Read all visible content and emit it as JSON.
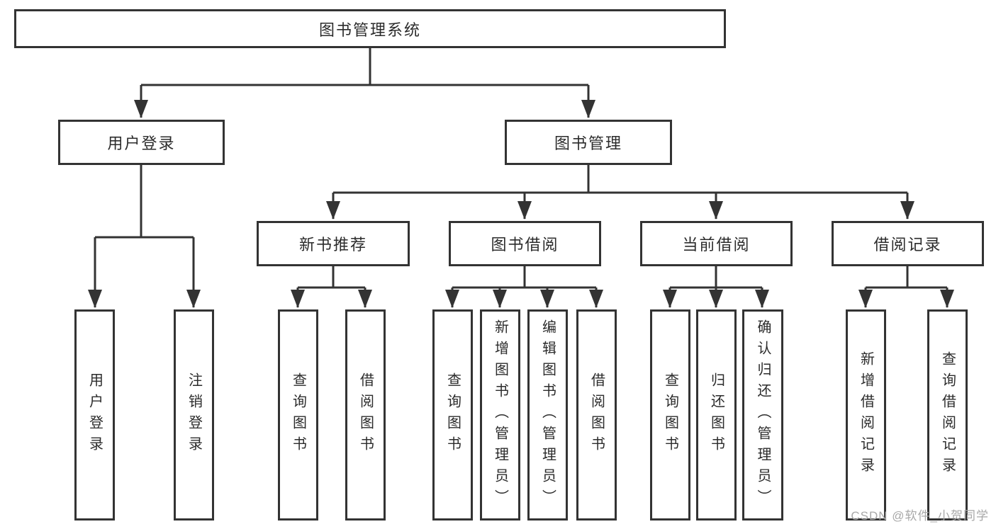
{
  "colors": {
    "line": "#333333",
    "box_border": "#333333",
    "text": "#2b2b2b",
    "watermark": "#a8a8a8",
    "background": "#ffffff"
  },
  "watermark": {
    "text": "CSDN @软件_小贺同学"
  },
  "tree": {
    "root": {
      "label": "图书管理系统"
    },
    "children": [
      {
        "label": "用户登录",
        "children": [
          {
            "label": "用户登录"
          },
          {
            "label": "注销登录"
          }
        ]
      },
      {
        "label": "图书管理",
        "children": [
          {
            "label": "新书推荐",
            "children": [
              {
                "label": "查询图书"
              },
              {
                "label": "借阅图书"
              }
            ]
          },
          {
            "label": "图书借阅",
            "children": [
              {
                "label": "查询图书"
              },
              {
                "label": "新增图书（管理员）"
              },
              {
                "label": "编辑图书（管理员）"
              },
              {
                "label": "借阅图书"
              }
            ]
          },
          {
            "label": "当前借阅",
            "children": [
              {
                "label": "查询图书"
              },
              {
                "label": "归还图书"
              },
              {
                "label": "确认归还（管理员）"
              }
            ]
          },
          {
            "label": "借阅记录",
            "children": [
              {
                "label": "新增借阅记录"
              },
              {
                "label": "查询借阅记录"
              }
            ]
          }
        ]
      }
    ]
  }
}
